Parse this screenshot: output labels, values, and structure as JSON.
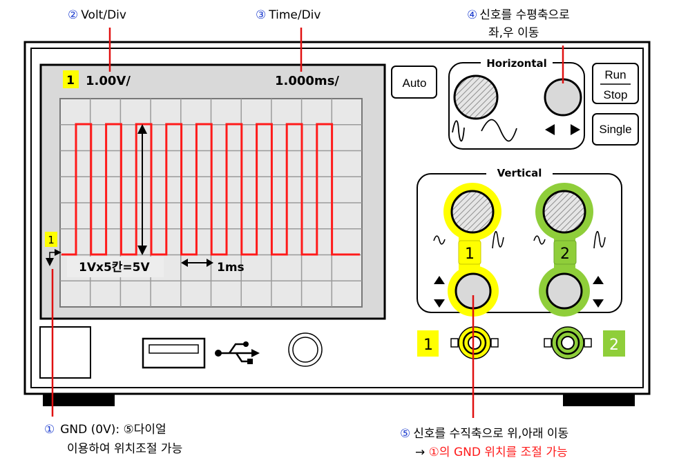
{
  "screen": {
    "channel_badge": "1",
    "volt_div_value": "1.00V/",
    "time_div_value": "1.000ms/",
    "gnd_marker": "1",
    "amplitude_label": "1Vx5칸=5V",
    "period_label": "1ms"
  },
  "buttons": {
    "auto": "Auto",
    "run": "Run",
    "stop": "Stop",
    "single": "Single"
  },
  "sections": {
    "horizontal": "Horizontal",
    "vertical": "Vertical"
  },
  "vertical": {
    "ch1_label": "1",
    "ch2_label": "2"
  },
  "inputs": {
    "ch1_label": "1",
    "ch2_label": "2"
  },
  "annotations": {
    "volt_div": {
      "num": "②",
      "text": "Volt/Div"
    },
    "time_div": {
      "num": "③",
      "text": "Time/Div"
    },
    "horizontal_move": {
      "num": "④",
      "line1": "신호를 수평축으로",
      "line2": "좌,우 이동"
    },
    "gnd": {
      "num": "①",
      "line1": "GND (0V): ⑤다이얼",
      "line2": "이용하여 위치조절 가능"
    },
    "vertical_move": {
      "num": "⑤",
      "line1": "신호를 수직축으로 위,아래 이동",
      "line2_prefix": "→ ",
      "line2_red": "①의 GND  위치를 조절 가능"
    }
  },
  "colors": {
    "signal": "#ff1a1a",
    "ch1": "#ffff00",
    "ch2": "#8fce3a",
    "screen_bg": "#d9d9d9",
    "annotation_line": "#e01010",
    "number_blue": "#1f3fcf"
  }
}
